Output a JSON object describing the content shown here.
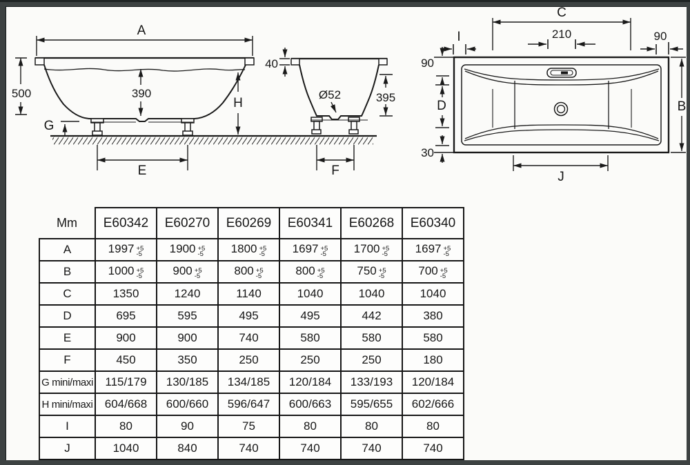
{
  "colors": {
    "frame": "#3d4242",
    "background": "#fbfbf9",
    "line": "#1a1a1a",
    "text": "#161616"
  },
  "drawings": {
    "side_view": {
      "dims": {
        "width": "A",
        "overall_height": "500",
        "inner_depth": "390",
        "foot_gap": "G",
        "rim_to_floor": "H",
        "feet_spacing": "E"
      }
    },
    "end_view": {
      "dims": {
        "rim_thickness": "40",
        "drain_diameter": "Ø52",
        "inner_depth": "395",
        "feet_spacing": "F"
      }
    },
    "top_view": {
      "dims": {
        "inner_length": "C",
        "lip_width": "I",
        "overflow_width": "210",
        "corner_90": "90",
        "head_90": "90",
        "basin_width": "D",
        "bottom_30": "30",
        "overall_width": "B",
        "floor_length": "J"
      }
    }
  },
  "table": {
    "unit_label": "Mm",
    "columns": [
      "E60342",
      "E60270",
      "E60269",
      "E60341",
      "E60268",
      "E60340"
    ],
    "rows": [
      {
        "label": "A",
        "values": [
          "1997",
          "1900",
          "1800",
          "1697",
          "1700",
          "1697"
        ],
        "tolerance": {
          "plus": "+5",
          "minus": "-5"
        }
      },
      {
        "label": "B",
        "values": [
          "1000",
          "900",
          "800",
          "800",
          "750",
          "700"
        ],
        "tolerance": {
          "plus": "+5",
          "minus": "-5"
        }
      },
      {
        "label": "C",
        "values": [
          "1350",
          "1240",
          "1140",
          "1040",
          "1040",
          "1040"
        ]
      },
      {
        "label": "D",
        "values": [
          "695",
          "595",
          "495",
          "495",
          "442",
          "380"
        ]
      },
      {
        "label": "E",
        "values": [
          "900",
          "900",
          "740",
          "580",
          "580",
          "580"
        ]
      },
      {
        "label": "F",
        "values": [
          "450",
          "350",
          "250",
          "250",
          "250",
          "180"
        ]
      },
      {
        "label": "G mini/maxi",
        "values": [
          "115/179",
          "130/185",
          "134/185",
          "120/184",
          "133/193",
          "120/184"
        ]
      },
      {
        "label": "H mini/maxi",
        "values": [
          "604/668",
          "600/660",
          "596/647",
          "600/663",
          "595/655",
          "602/666"
        ]
      },
      {
        "label": "I",
        "values": [
          "80",
          "90",
          "75",
          "80",
          "80",
          "80"
        ]
      },
      {
        "label": "J",
        "values": [
          "1040",
          "840",
          "740",
          "740",
          "740",
          "740"
        ]
      }
    ]
  }
}
